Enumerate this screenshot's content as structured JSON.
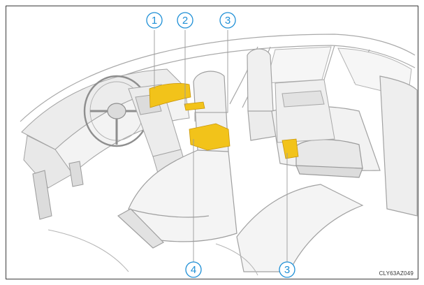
{
  "diagram": {
    "callouts": [
      {
        "id": "c1",
        "label": "1"
      },
      {
        "id": "c2",
        "label": "2"
      },
      {
        "id": "c3a",
        "label": "3"
      },
      {
        "id": "c4",
        "label": "4"
      },
      {
        "id": "c3b",
        "label": "3"
      }
    ],
    "code": "CLY63AZ049",
    "colors": {
      "callout": "#1e8fd6",
      "highlight": "#f2c31a",
      "line": "#9a9a9a",
      "fill": "#f1f1f1"
    }
  }
}
